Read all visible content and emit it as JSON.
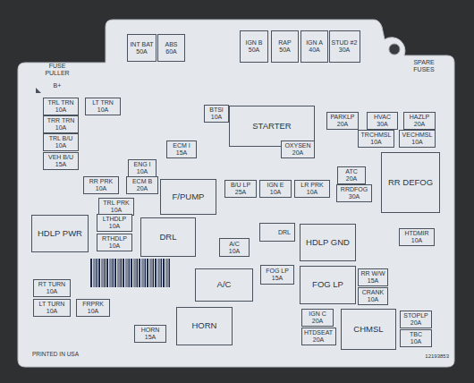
{
  "diagram": {
    "nodes": [
      {
        "text": [
          "INT BAT",
          "50A"
        ]
      },
      {
        "text": [
          "ABS",
          "60A"
        ]
      },
      {
        "text": [
          "IGN B",
          "50A"
        ]
      },
      {
        "text": [
          "RAP",
          "50A"
        ]
      },
      {
        "text": [
          "IGN A",
          "40A"
        ]
      },
      {
        "text": [
          "STUD #2",
          "30A"
        ]
      },
      {
        "text": [
          "TRL TRN",
          "10A"
        ]
      },
      {
        "text": [
          "LT TRN",
          "10A"
        ]
      },
      {
        "text": [
          "BTSI",
          "10A"
        ]
      },
      {
        "text": [
          "STARTER"
        ]
      },
      {
        "text": [
          "TRR TRN",
          "10A"
        ]
      },
      {
        "text": [
          "PARKLP",
          "20A"
        ]
      },
      {
        "text": [
          "HVAC",
          "30A"
        ]
      },
      {
        "text": [
          "HAZLP",
          "20A"
        ]
      },
      {
        "text": [
          "TRL B/U",
          "10A"
        ]
      },
      {
        "text": [
          "TRCHMSL",
          "10A"
        ]
      },
      {
        "text": [
          "VECHMSL",
          "10A"
        ]
      },
      {
        "text": [
          "ECM I",
          "15A"
        ]
      },
      {
        "text": [
          "OXYSEN",
          "20A"
        ]
      },
      {
        "text": [
          "VEH B/U",
          "15A"
        ]
      },
      {
        "text": [
          "RR DEFOG"
        ]
      },
      {
        "text": [
          "ENG I",
          "10A"
        ]
      },
      {
        "text": [
          "ATC",
          "20A"
        ]
      },
      {
        "text": [
          "RR PRK",
          "10A"
        ]
      },
      {
        "text": [
          "ECM B",
          "20A"
        ]
      },
      {
        "text": [
          "F/PUMP"
        ]
      },
      {
        "text": [
          "B/U LP",
          "25A"
        ]
      },
      {
        "text": [
          "IGN E",
          "10A"
        ]
      },
      {
        "text": [
          "LR PRK",
          "10A"
        ]
      },
      {
        "text": [
          "RRDFOG",
          "30A"
        ]
      },
      {
        "text": [
          "TRL PRK",
          "10A"
        ]
      },
      {
        "text": [
          "HDLP PWR"
        ]
      },
      {
        "text": [
          "LTHDLP",
          "10A"
        ]
      },
      {
        "text": [
          "DRL"
        ]
      },
      {
        "text": [
          "DRL"
        ]
      },
      {
        "text": [
          "HDLP GND"
        ]
      },
      {
        "text": [
          "HTDMIR",
          "10A"
        ]
      },
      {
        "text": [
          "RTHDLP",
          "10A"
        ]
      },
      {
        "text": [
          "A/C",
          "10A"
        ]
      },
      {
        "text": [
          "FOG LP",
          "15A"
        ]
      },
      {
        "text": [
          "A/C"
        ]
      },
      {
        "text": [
          "FOG LP"
        ]
      },
      {
        "text": [
          "RR W/W",
          "15A"
        ]
      },
      {
        "text": [
          "RT TURN",
          "10A"
        ]
      },
      {
        "text": [
          "CRANK",
          "10A"
        ]
      },
      {
        "text": [
          "LT TURN",
          "10A"
        ]
      },
      {
        "text": [
          "FRPRK",
          "10A"
        ]
      },
      {
        "text": [
          "IGN C",
          "20A"
        ]
      },
      {
        "text": [
          "CHMSL"
        ]
      },
      {
        "text": [
          "STOPLP",
          "20A"
        ]
      },
      {
        "text": [
          "HORN"
        ]
      },
      {
        "text": [
          "HORN",
          "15A"
        ]
      },
      {
        "text": [
          "HTDSEAT",
          "20A"
        ]
      },
      {
        "text": [
          "TBC",
          "10A"
        ]
      }
    ],
    "labels": [
      "FUSE PULLER",
      "B+",
      "SPARE FUSES",
      "PRINTED IN USA",
      "12193853"
    ]
  }
}
